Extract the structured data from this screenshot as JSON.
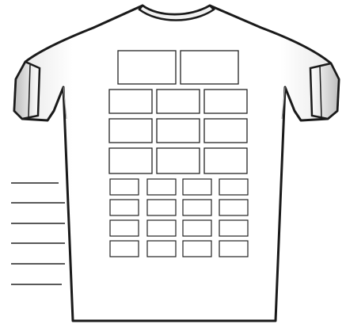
{
  "illustration": {
    "subject": "t-shirt-back",
    "colors": {
      "background": "#ffffff",
      "shirt_fill": "#ffffff",
      "shirt_outline": "#1a1a1a",
      "shading": "#d9d9d9",
      "box_stroke": "#222222",
      "line_stroke": "#222222"
    }
  },
  "grid_layout": {
    "large_row": 2,
    "medium_rows": 3,
    "medium_per_row": 3,
    "small_rows": 4,
    "small_per_row": 4
  },
  "legend_lines": 6
}
